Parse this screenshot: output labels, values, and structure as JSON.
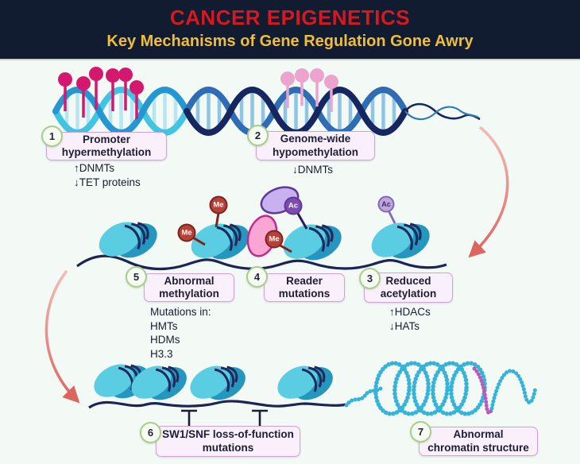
{
  "header": {
    "title": "CANCER EPIGENETICS",
    "subtitle": "Key Mechanisms of Gene Regulation Gone Awry"
  },
  "mechanisms": [
    {
      "num": "1",
      "line1": "Promoter",
      "line2": "hypermethylation",
      "note1": "↑DNMTs",
      "note2": "↓TET proteins"
    },
    {
      "num": "2",
      "line1": "Genome-wide",
      "line2": "hypomethylation",
      "note1": "↓DNMTs"
    },
    {
      "num": "3",
      "line1": "Reduced",
      "line2": "acetylation",
      "note1": "↑HDACs",
      "note2": "↓HATs"
    },
    {
      "num": "4",
      "line1": "Reader",
      "line2": "mutations"
    },
    {
      "num": "5",
      "line1": "Abnormal",
      "line2": "methylation",
      "note1": "Mutations in:",
      "note2": "HMTs",
      "note3": "HDMs",
      "note4": "H3.3"
    },
    {
      "num": "6",
      "line1": "SW1/SNF loss-of-function",
      "line2": "mutations"
    },
    {
      "num": "7",
      "line1": "Abnormal",
      "line2": "chromatin structure"
    }
  ],
  "marks": {
    "me": "Me",
    "ac": "Ac"
  },
  "colors": {
    "title_red": "#d7191f",
    "subtitle_gold": "#efbd3f",
    "header_bg": "#111c30",
    "body_bg": "#f3f9f5",
    "methyl_mark_red": "#b5413a",
    "acetyl_purple": "#7d4cb3",
    "lollipop_magenta": "#d4186e",
    "lollipop_pink": "#eba4ce",
    "nucleosome_teal": "#5acde2",
    "nucleosome_rim": "#2596bd",
    "dna_navy": "#1b2455",
    "chromatin_cyan": "#35b3d8",
    "chromatin_purple": "#b95cb8",
    "arrow_salmon": "#dd655f",
    "badge_green_border": "#a9cd8c",
    "label_box_border": "#cfa3da"
  }
}
